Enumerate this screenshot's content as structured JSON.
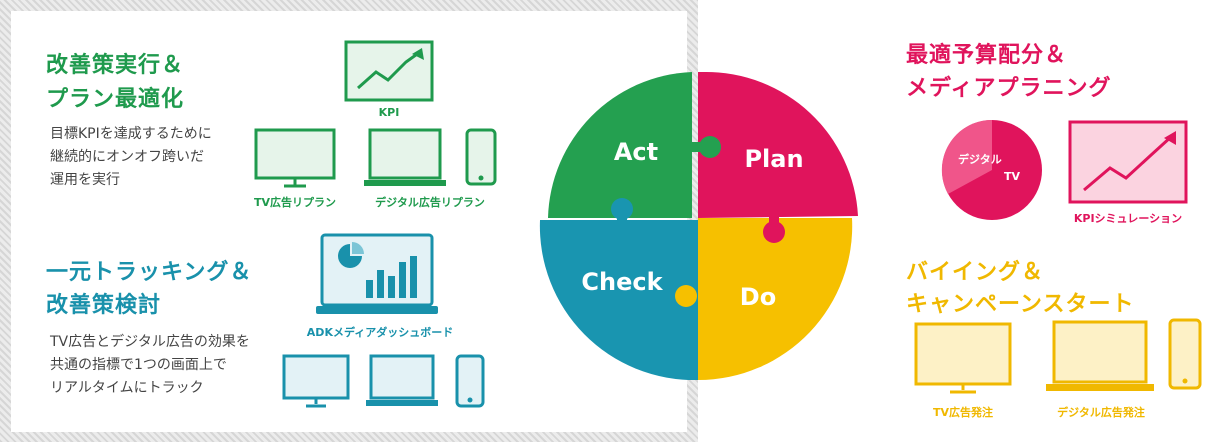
{
  "act": {
    "title1": "改善策実行＆",
    "title2": "プラン最適化",
    "desc1": "目標KPIを達成するために",
    "desc2": "継続的にオンオフ跨いだ",
    "desc3": "運用を実行",
    "kpi_label": "KPI",
    "tv_label": "TV広告リプラン",
    "digital_label": "デジタル広告リプラン"
  },
  "check": {
    "title1": "一元トラッキング＆",
    "title2": "改善策検討",
    "desc1": "TV広告とデジタル広告の効果を",
    "desc2": "共通の指標で1つの画面上で",
    "desc3": "リアルタイムにトラック",
    "dashboard_label": "ADKメディアダッシュボード"
  },
  "plan": {
    "title1": "最適予算配分＆",
    "title2": "メディアプラニング",
    "pie_digital": "デジタル",
    "pie_tv": "TV",
    "sim_label": "KPIシミュレーション"
  },
  "do": {
    "title1": "バイイング＆",
    "title2": "キャンペーンスタート",
    "tv_label": "TV広告発注",
    "digital_label": "デジタル広告発注"
  },
  "cycle": {
    "act": "Act",
    "plan": "Plan",
    "check": "Check",
    "do": "Do"
  },
  "colors": {
    "green": "#1f9a4d",
    "teal": "#1991ab",
    "magenta": "#e0145c",
    "yellow": "#f0b800"
  }
}
